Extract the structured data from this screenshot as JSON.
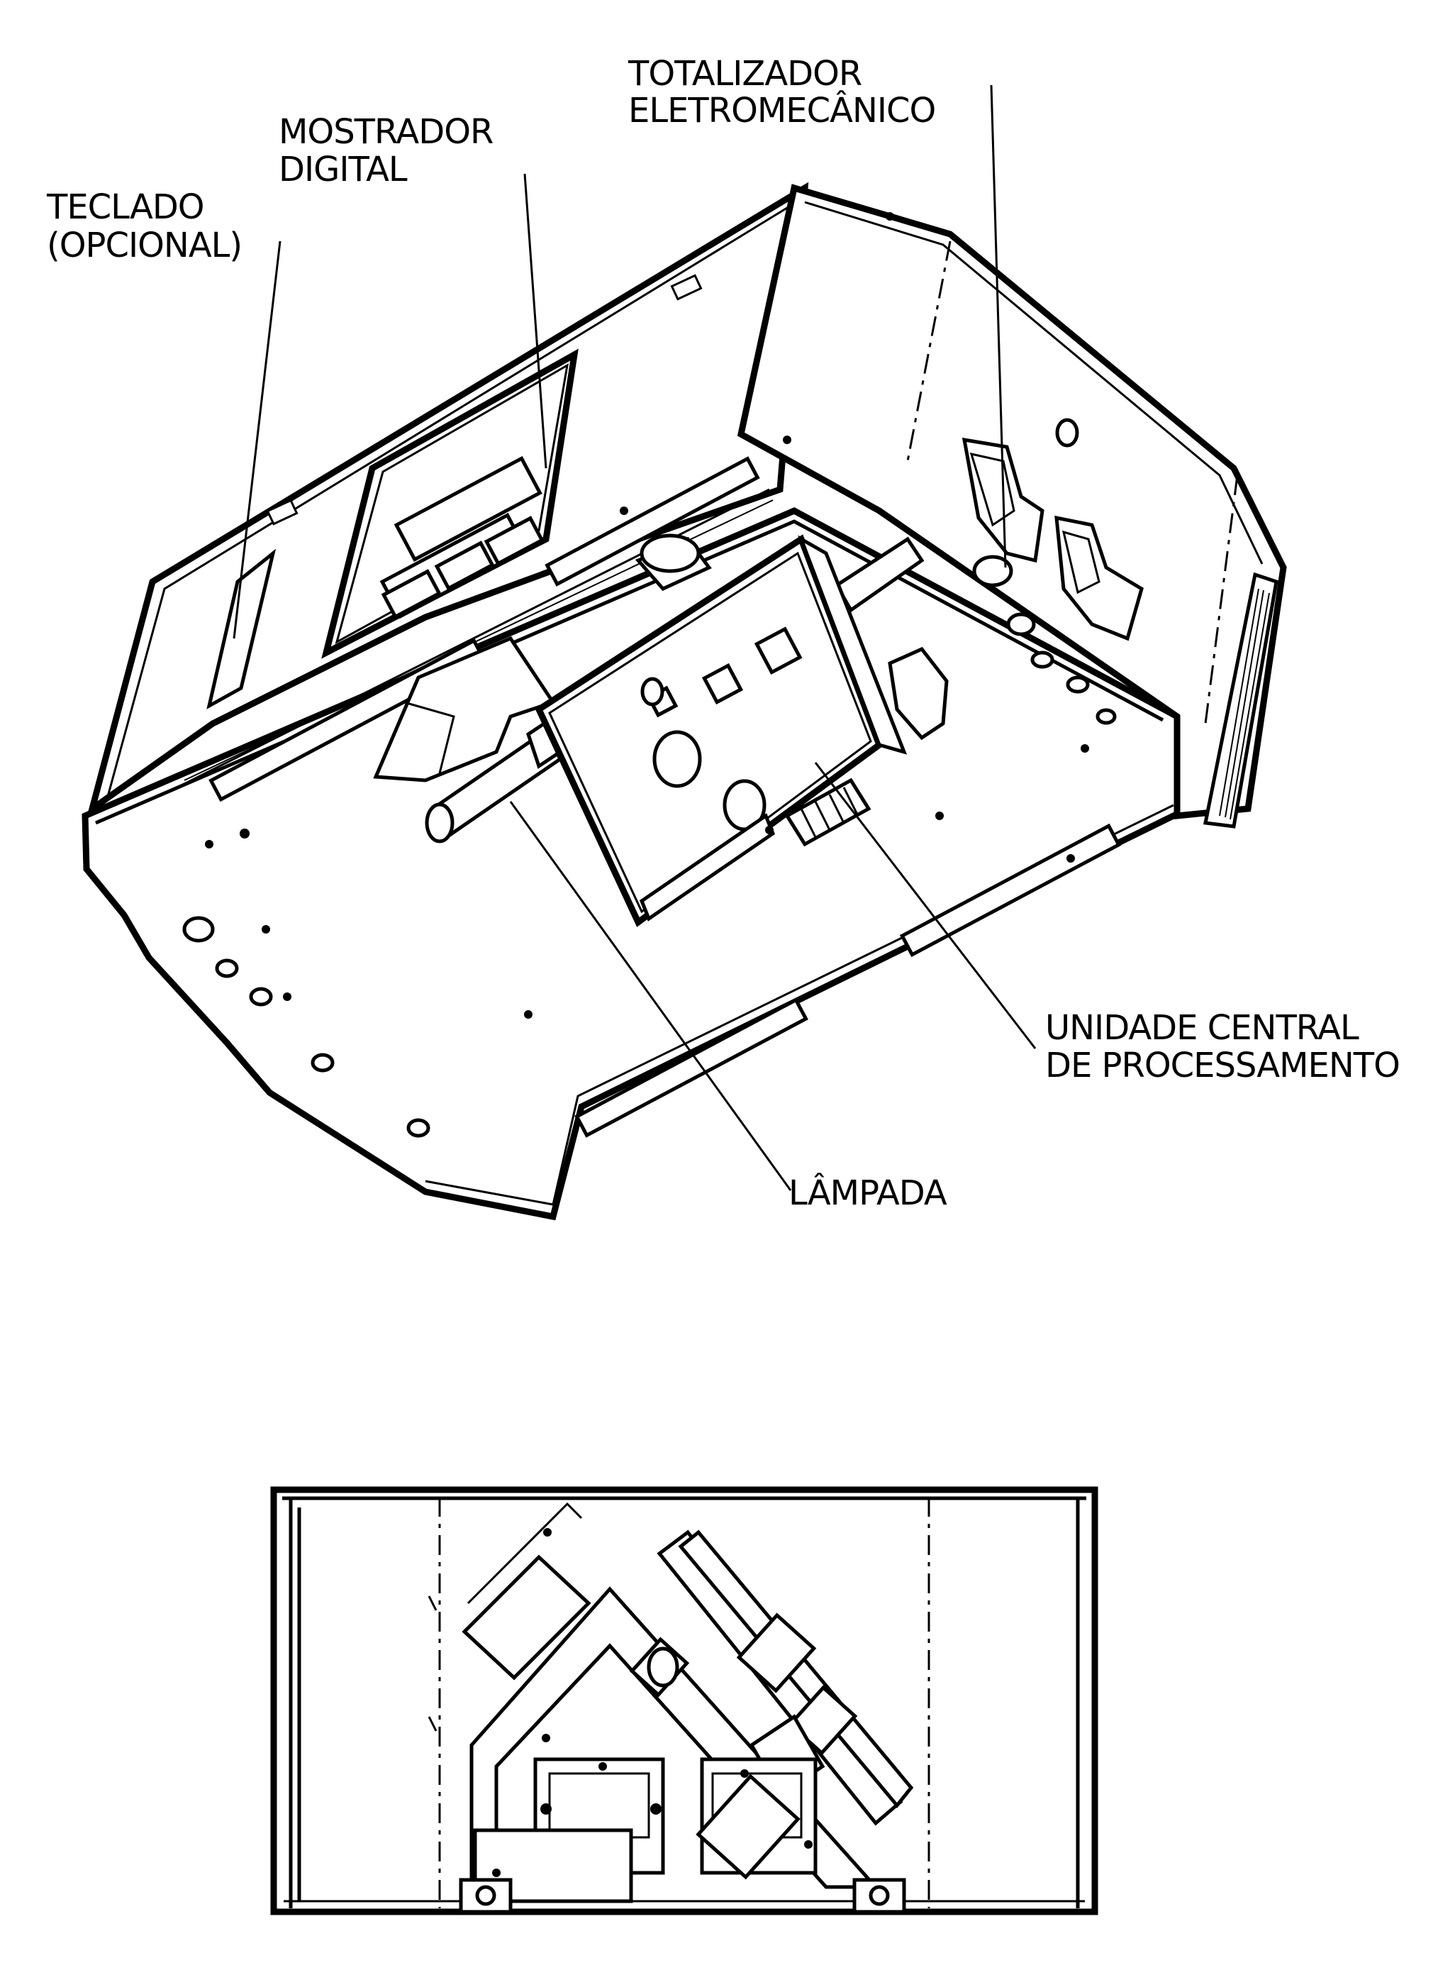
{
  "labels": {
    "totalizador_line1": "TOTALIZADOR",
    "totalizador_line2": "ELETROMECÂNICO",
    "mostrador_line1": "MOSTRADOR",
    "mostrador_line2": "DIGITAL",
    "teclado_line1": "TECLADO",
    "teclado_line2": "(OPCIONAL)",
    "unidade_line1": "UNIDADE CENTRAL",
    "unidade_line2": "DE PROCESSAMENTO",
    "lampada": "LÂMPADA"
  },
  "colors": {
    "ink": "#000000",
    "paper": "#ffffff"
  }
}
